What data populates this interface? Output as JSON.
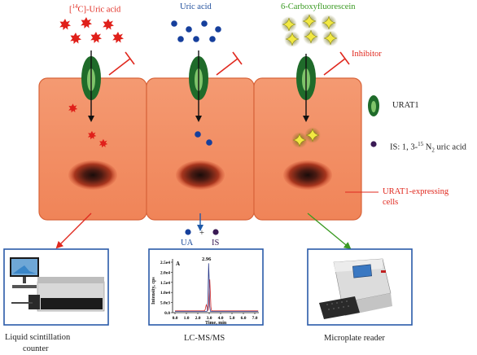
{
  "labels": {
    "uric_acid_14c": "[14C]-Uric acid",
    "uric_acid_14c_sup": "14",
    "uric_acid_14c_pre": "[",
    "uric_acid_14c_post": "C]-Uric acid",
    "uric_acid": "Uric acid",
    "carboxyfluorescein": "6-Carboxyfluorescein",
    "inhibitor": "Inhibitor",
    "urat1": "URAT1",
    "is_label": "IS: 1, 3-15 N2 uric acid",
    "is_prefix": "IS: 1, 3-",
    "is_sup": "15",
    "is_mid": " N",
    "is_sub": "2",
    "is_suffix": " uric acid",
    "cells_line1": "URAT1-expressing",
    "cells_line2": "cells",
    "ua": "UA",
    "plus": "+",
    "is": "IS",
    "liquid_line1": "Liquid scintillation",
    "liquid_line2": "counter",
    "lcms": "LC-MS/MS",
    "microplate": "Microplate reader"
  },
  "chromatogram": {
    "panel_label": "A",
    "peak_label": "2.96",
    "y_axis_label": "Intensity, cps",
    "x_axis_label": "Time, min",
    "y_ticks": [
      "2.5e4",
      "2.0e4",
      "1.5e4",
      "1.0e4",
      "5.0e3",
      "0.0"
    ],
    "x_ticks": [
      "0.0",
      "1.0",
      "2.0",
      "3.0",
      "4.0",
      "5.0",
      "6.0",
      "7.0"
    ]
  },
  "colors": {
    "cell_fill": "#f39a72",
    "cell_stroke": "#d8643a",
    "urat1_outer": "#1f6b2a",
    "urat1_inner": "#7fc46a",
    "uric_acid_14c": "#e0201a",
    "uric_acid": "#163f9c",
    "fluorescein": "#f0e641",
    "is_dot": "#3a1a55",
    "red_arrow": "#e0281e",
    "blue_arrow": "#1f5aa8",
    "green_arrow": "#3a9a22",
    "panel_border": "#2a5aa8"
  }
}
